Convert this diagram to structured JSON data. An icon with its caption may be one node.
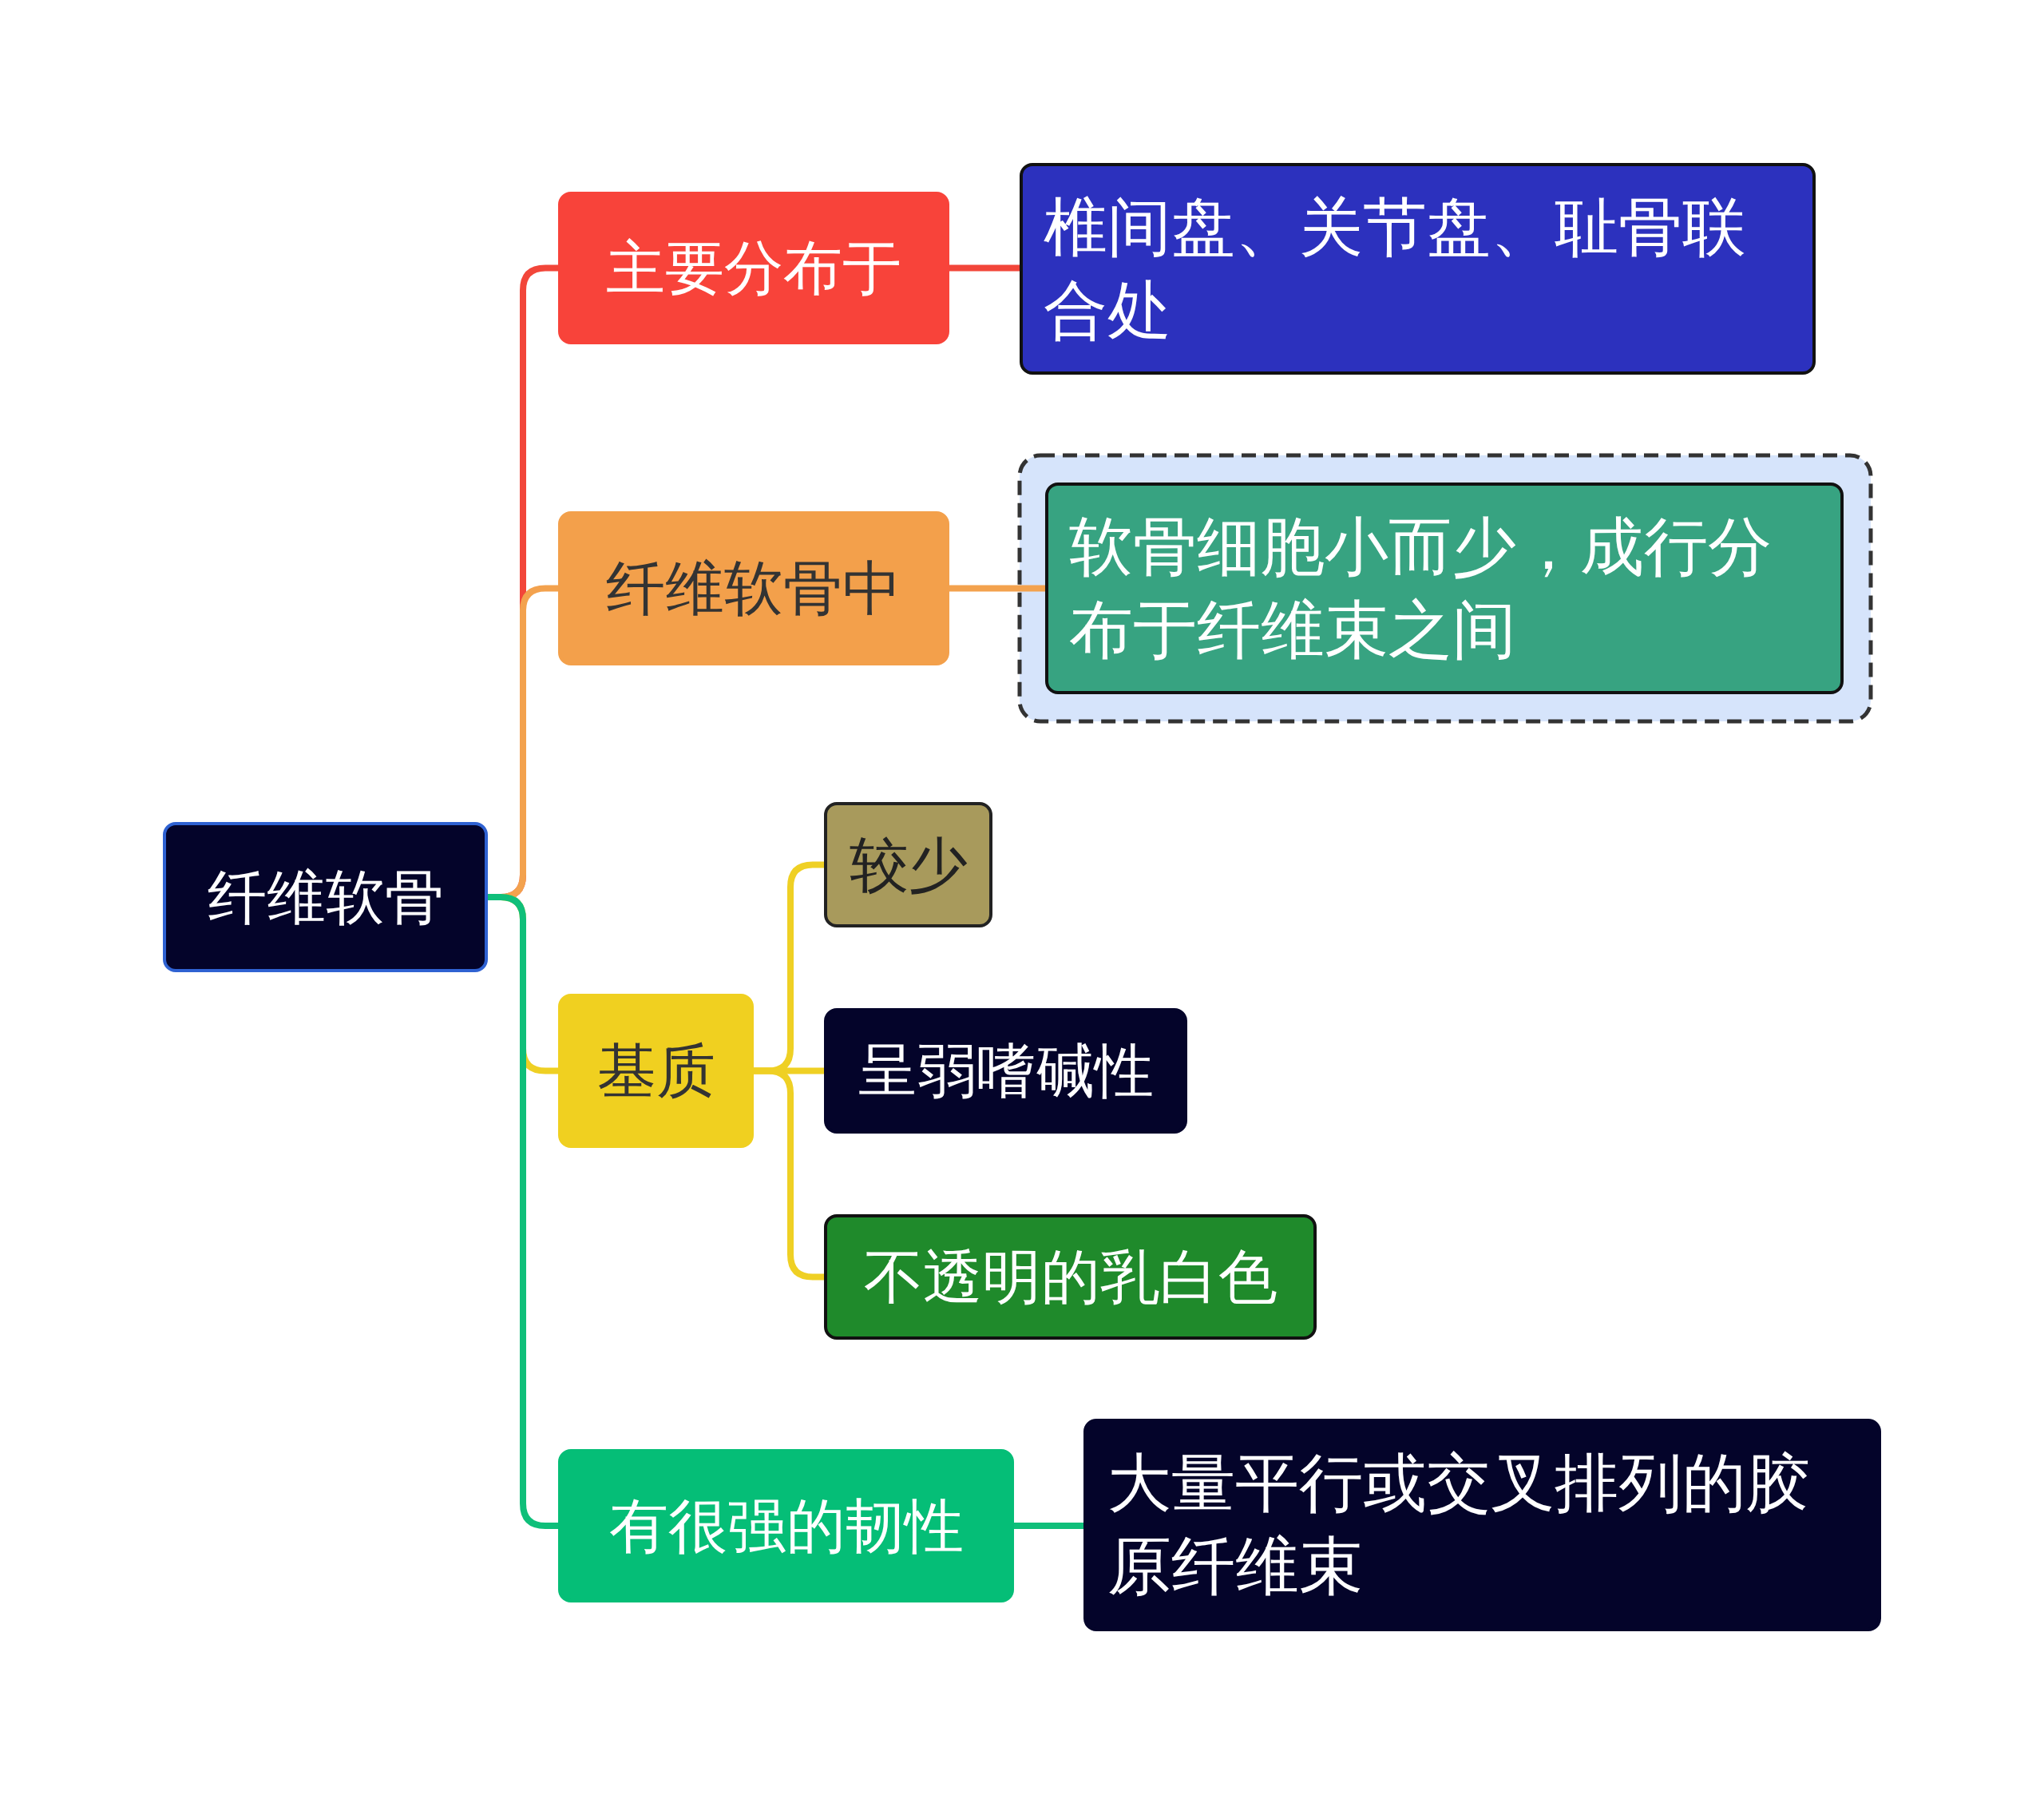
{
  "diagram": {
    "nodes": [
      {
        "text": [
          "纤维软骨"
        ]
      },
      {
        "text": [
          "主要分布于"
        ]
      },
      {
        "text": [
          "椎间盘、关节盘、耻骨联合处"
        ]
      },
      {
        "text": [
          "纤维软骨中"
        ]
      },
      {
        "text": [
          "软骨细胞小而少，成行分布于纤维束之间"
        ]
      },
      {
        "text": [
          "基质"
        ]
      },
      {
        "text": [
          "较少"
        ]
      },
      {
        "text": [
          "呈弱嗜碱性"
        ]
      },
      {
        "text": [
          "不透明的乳白色"
        ]
      },
      {
        "text": [
          "有很强的韧性"
        ]
      },
      {
        "text": [
          "大量平行或交叉排列的胶原纤维束"
        ]
      }
    ],
    "edges": [
      {
        "from": 0,
        "to": 1,
        "arrow": "none",
        "color": "#f2463a"
      },
      {
        "from": 1,
        "to": 2,
        "arrow": "none",
        "color": "#f2463a"
      },
      {
        "from": 0,
        "to": 3,
        "arrow": "none",
        "color": "#f3a24e"
      },
      {
        "from": 3,
        "to": 4,
        "arrow": "none",
        "color": "#f3a24e"
      },
      {
        "from": 0,
        "to": 5,
        "arrow": "none",
        "color": "#efd024"
      },
      {
        "from": 5,
        "to": 6,
        "arrow": "none",
        "color": "#efd024"
      },
      {
        "from": 5,
        "to": 7,
        "arrow": "none",
        "color": "#efd024"
      },
      {
        "from": 5,
        "to": 8,
        "arrow": "none",
        "color": "#efd024"
      },
      {
        "from": 0,
        "to": 9,
        "arrow": "none",
        "color": "#0fbf7a"
      },
      {
        "from": 9,
        "to": 10,
        "arrow": "none",
        "color": "#0fbf7a"
      }
    ]
  }
}
